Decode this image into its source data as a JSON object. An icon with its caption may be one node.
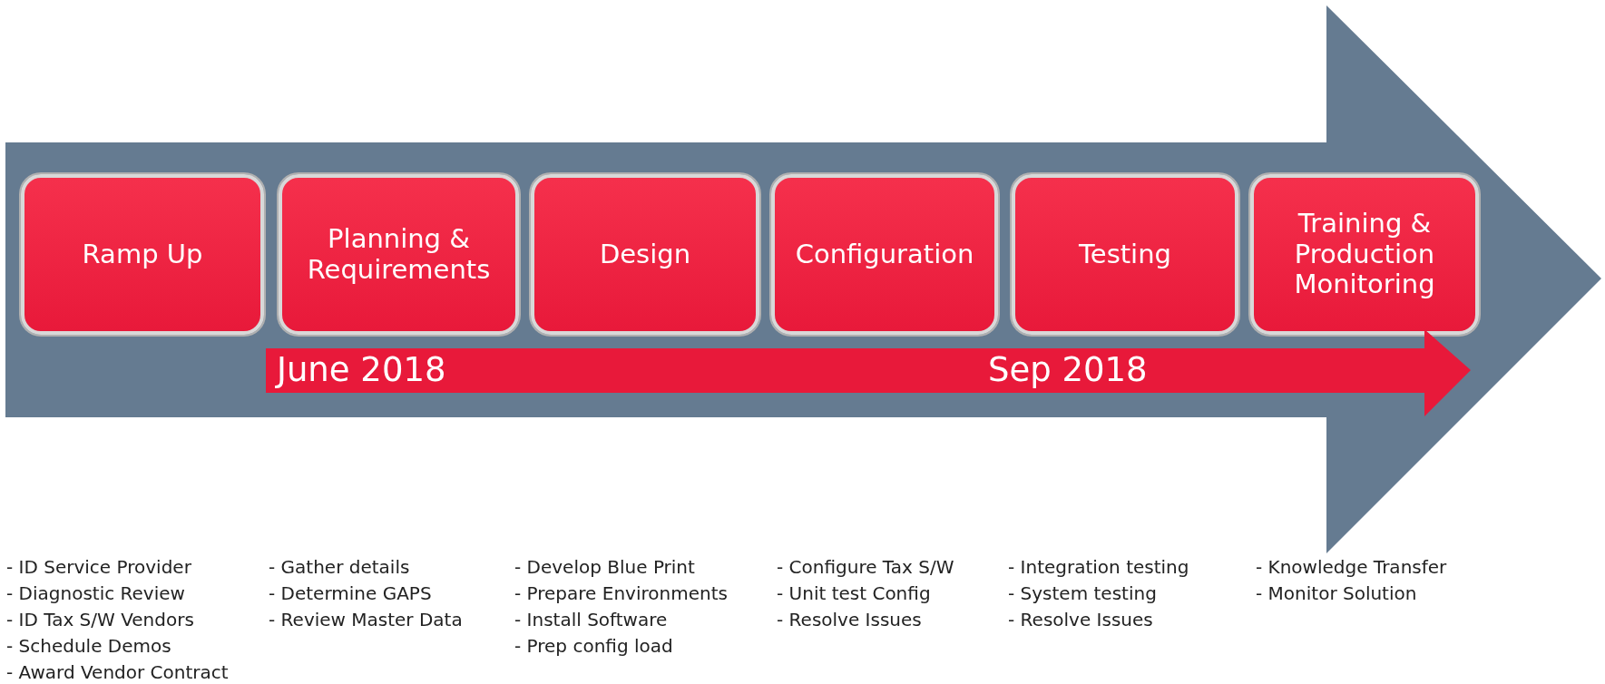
{
  "diagram": {
    "nodes": [
      {
        "text": [],
        "shape": "arrow"
      },
      {
        "text": [
          "Ramp Up"
        ],
        "in": 0,
        "beside": [
          "- ID Service Provider",
          "- Diagnostic Review",
          "- ID Tax S/W Vendors",
          "- Schedule Demos",
          "- Award Vendor Contract"
        ]
      },
      {
        "text": [
          "Planning & Requirements"
        ],
        "in": 0,
        "beside": [
          "- Gather details",
          "- Determine GAPS",
          "- Review Master Data"
        ]
      },
      {
        "text": [
          "Design"
        ],
        "in": 0,
        "beside": [
          "- Develop Blue Print",
          "- Prepare Environments",
          "- Install Software",
          "- Prep config load"
        ]
      },
      {
        "text": [
          "Configuration"
        ],
        "in": 0,
        "beside": [
          "- Configure Tax S/W",
          "- Unit test Config",
          "- Resolve Issues"
        ]
      },
      {
        "text": [
          "Testing"
        ],
        "in": 0,
        "beside": [
          "- Integration testing",
          "- System testing",
          "- Resolve Issues"
        ]
      },
      {
        "text": [
          "Training & Production Monitoring"
        ],
        "in": 0,
        "beside": [
          "- Knowledge Transfer",
          "- Monitor Solution"
        ]
      },
      {
        "text": [
          "June 2018",
          "Sep 2018"
        ],
        "in": 0
      }
    ],
    "edges": []
  }
}
